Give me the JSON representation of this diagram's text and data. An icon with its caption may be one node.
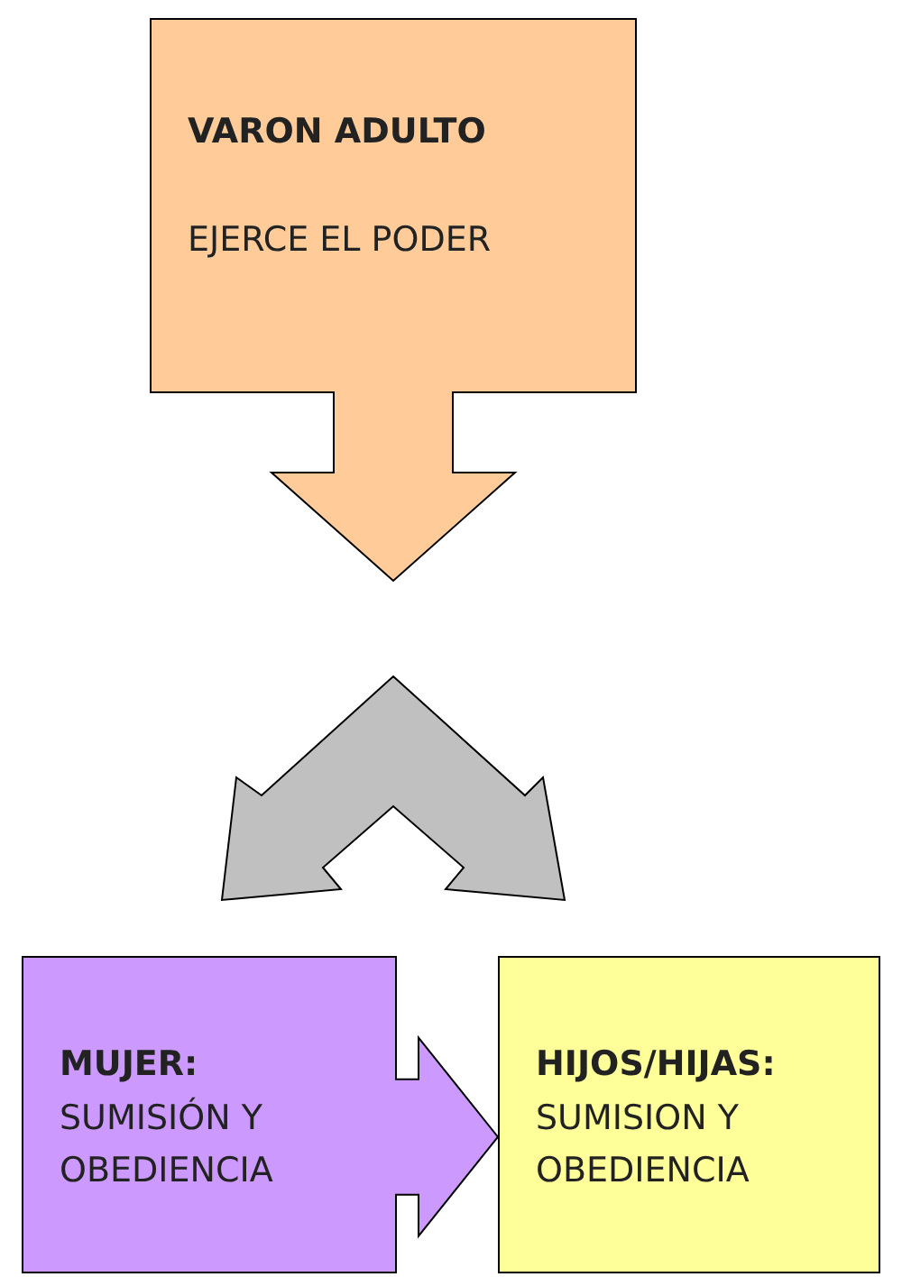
{
  "diagram": {
    "nodes": [
      {
        "text": [
          "VARON ADULTO",
          "EJERCE EL PODER"
        ]
      },
      {
        "text": [],
        "shape": "chevron"
      },
      {
        "text": [
          "MUJER:",
          "SUMISIÓN Y OBEDIENCIA"
        ]
      },
      {
        "text": [
          "HIJOS/HIJAS:",
          "SUMISION Y OBEDIENCIA"
        ]
      }
    ],
    "edges": [
      {
        "from": 0,
        "to": 1,
        "arrow": "to",
        "style": "thick",
        "color": "#ffcc99"
      },
      {
        "from": 2,
        "to": 3,
        "arrow": "to",
        "style": "thick",
        "color": "#cc99ff"
      }
    ]
  }
}
